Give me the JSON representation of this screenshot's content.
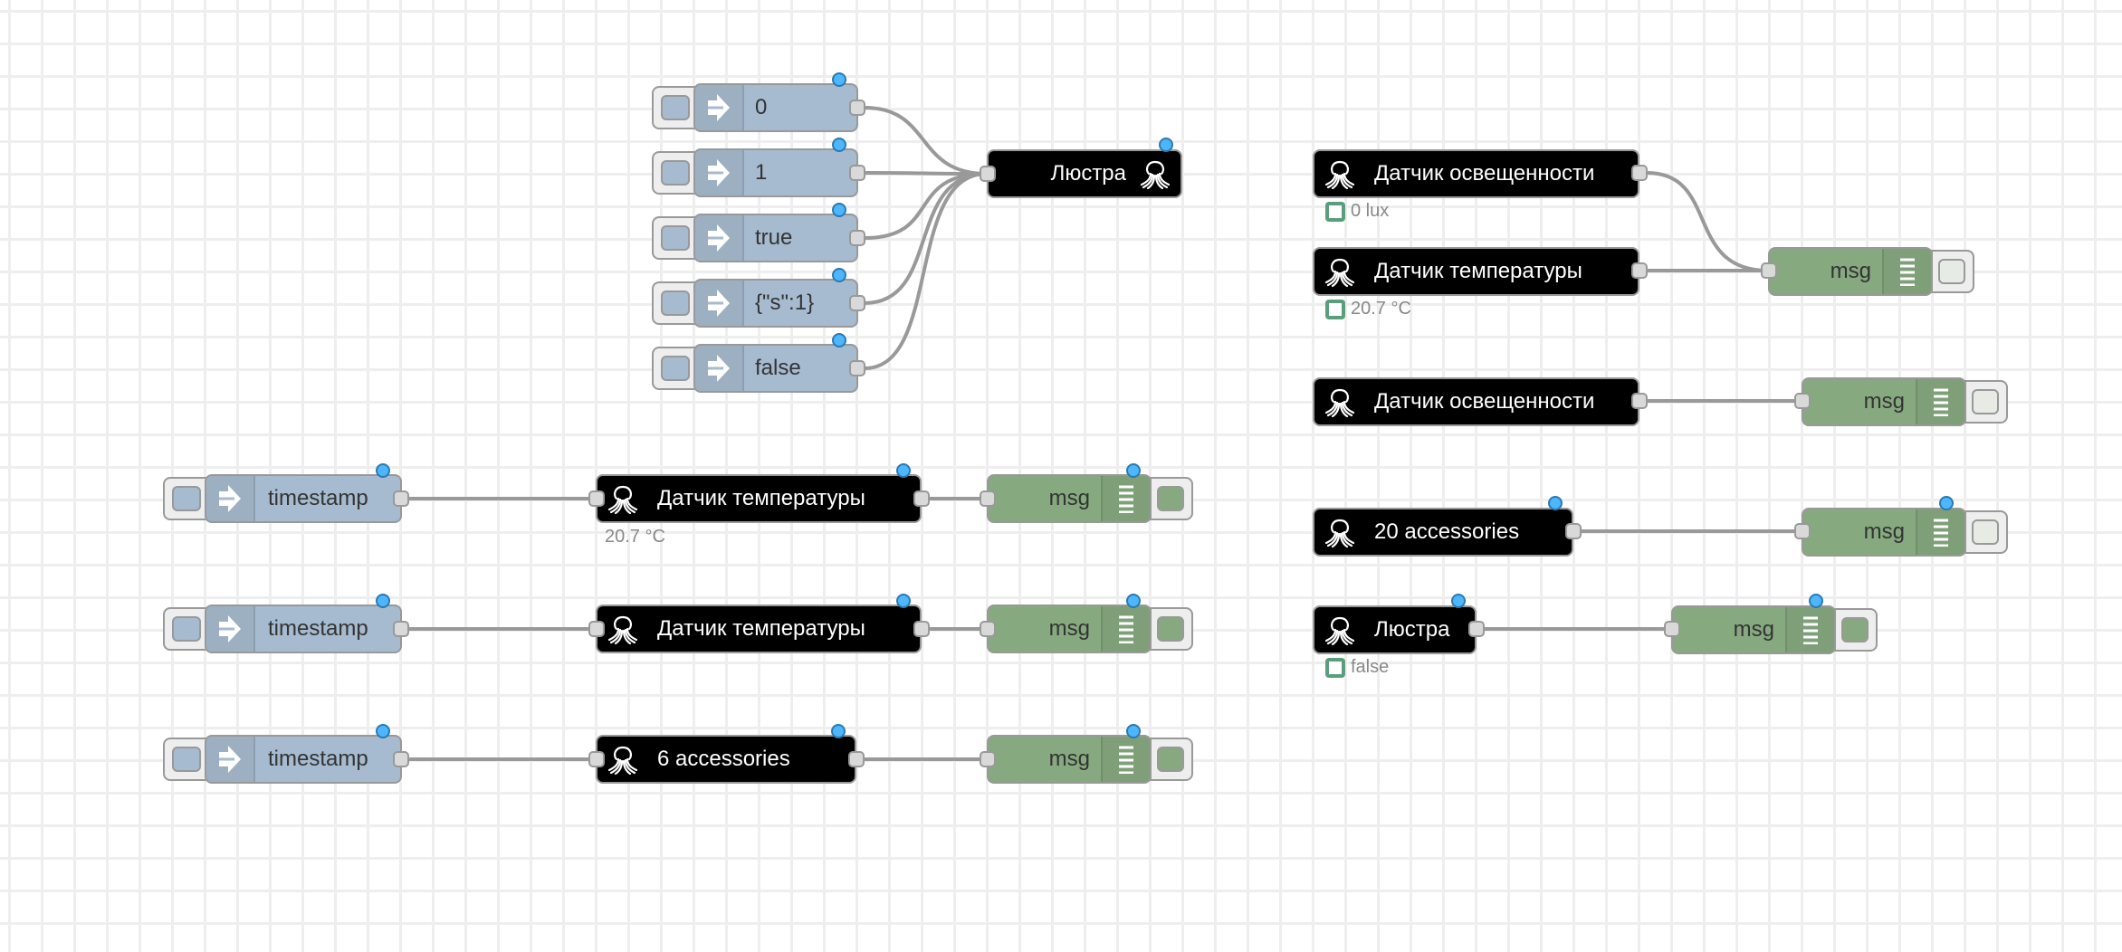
{
  "colors": {
    "inject": "#a6bbcf",
    "homekit": "#000000",
    "debug": "#87a980",
    "wire": "#999999",
    "changed_dot": "#4db6ff",
    "status_ring": "#5a9e7c"
  },
  "icons": {
    "inject": "arrow-right-icon",
    "homekit": "octopus-icon",
    "debug": "list-lines-icon"
  },
  "flow": {
    "inject_group": [
      {
        "label": "0"
      },
      {
        "label": "1"
      },
      {
        "label": "true"
      },
      {
        "label": "{\"s\":1}"
      },
      {
        "label": "false"
      }
    ],
    "chandelier_out": {
      "label": "Люстра"
    },
    "rows_left": [
      {
        "inject": "timestamp",
        "homekit": "Датчик температуры",
        "status": "20.7 °C",
        "debug": "msg"
      },
      {
        "inject": "timestamp",
        "homekit": "Датчик температуры",
        "status": "",
        "debug": "msg"
      },
      {
        "inject": "timestamp",
        "homekit": "6 accessories",
        "status": "",
        "debug": "msg"
      }
    ],
    "right": [
      {
        "homekit": "Датчик освещенности",
        "status": "0 lux"
      },
      {
        "homekit": "Датчик температуры",
        "status": "20.7 °C",
        "debug": "msg"
      },
      {
        "homekit": "Датчик освещенности",
        "status": "",
        "debug": "msg"
      },
      {
        "homekit": "20 accessories",
        "status": "",
        "debug": "msg"
      },
      {
        "homekit": "Люстра",
        "status": "false",
        "debug": "msg"
      }
    ]
  }
}
